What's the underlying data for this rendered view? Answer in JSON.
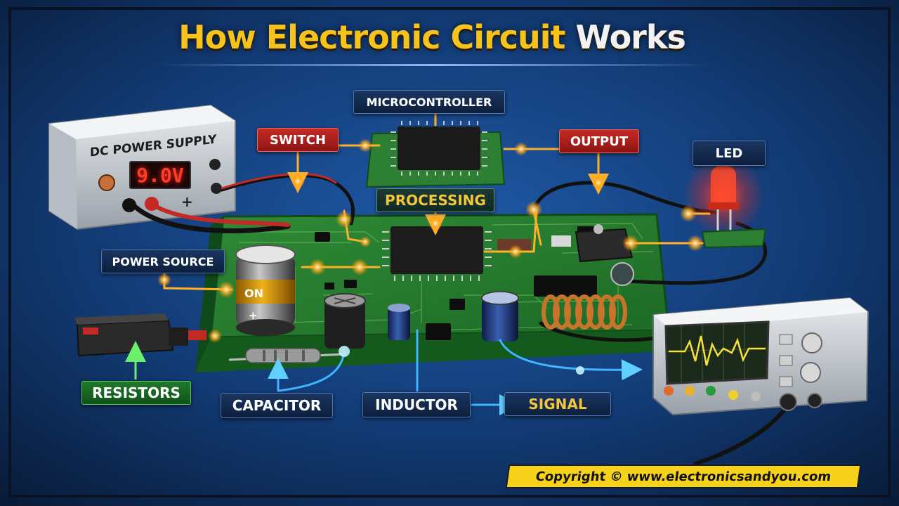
{
  "title": {
    "part1": "How Electronic Circuit",
    "part2": "Works"
  },
  "labels": {
    "microcontroller": "MICROCONTROLLER",
    "switch": "SWITCH",
    "output": "OUTPUT",
    "led": "LED",
    "processing": "PROCESSING",
    "power_source": "POWER SOURCE",
    "resistors": "RESISTORS",
    "capacitor": "CAPACITOR",
    "inductor": "INDUCTOR",
    "signal": "SIGNAL"
  },
  "power_supply": {
    "label": "DC POWER SUPPLY",
    "reading": "9.0V"
  },
  "capacitor_markings": {
    "on": "ON",
    "plus": "+"
  },
  "copyright": "Copyright © www.electronicsandyou.com",
  "colors": {
    "title_gold": "#f6c21c",
    "label_red": "#c42a25",
    "label_navy": "#0d1f3d",
    "label_green": "#1f7a2a",
    "pcb_green": "#2f8a36",
    "glow_orange": "#ffb02a",
    "signal_blue": "#3fb4ff",
    "led_red": "#ff2a1a",
    "copyright_bg": "#f7d21a"
  }
}
